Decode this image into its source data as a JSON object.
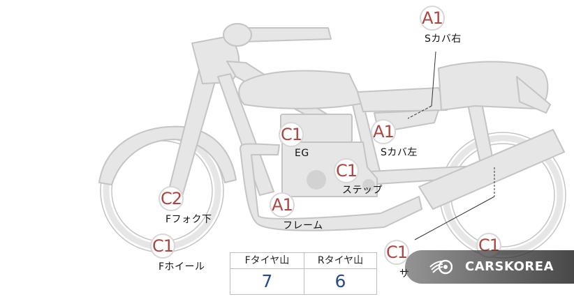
{
  "markers": [
    {
      "id": "s-cover-right",
      "grade": "A1",
      "label": "Sカバ右"
    },
    {
      "id": "engine",
      "grade": "C1",
      "label": "EG"
    },
    {
      "id": "s-cover-left",
      "grade": "A1",
      "label": "Sカバ左"
    },
    {
      "id": "step",
      "grade": "C1",
      "label": "ステップ"
    },
    {
      "id": "front-fork-lower",
      "grade": "C2",
      "label": "Fフォク下"
    },
    {
      "id": "frame",
      "grade": "A1",
      "label": "フレーム"
    },
    {
      "id": "front-wheel",
      "grade": "C1",
      "label": "Fホイール"
    },
    {
      "id": "side-stand",
      "grade": "C1",
      "label": "サ"
    },
    {
      "id": "rear-wheel",
      "grade": "C1",
      "label": ""
    }
  ],
  "tire_table": {
    "front_header": "Fタイヤ山",
    "rear_header": "Rタイヤ山",
    "front_value": "7",
    "rear_value": "6"
  },
  "watermark": {
    "text": "CARSKOREA",
    "icon": "carskorea-logo-icon"
  },
  "colors": {
    "bike_fill": "#e6e6e6",
    "bike_outline": "#c4c4c4",
    "grade_text": "#b0443f",
    "tire_value_text": "#2a4a8c"
  }
}
